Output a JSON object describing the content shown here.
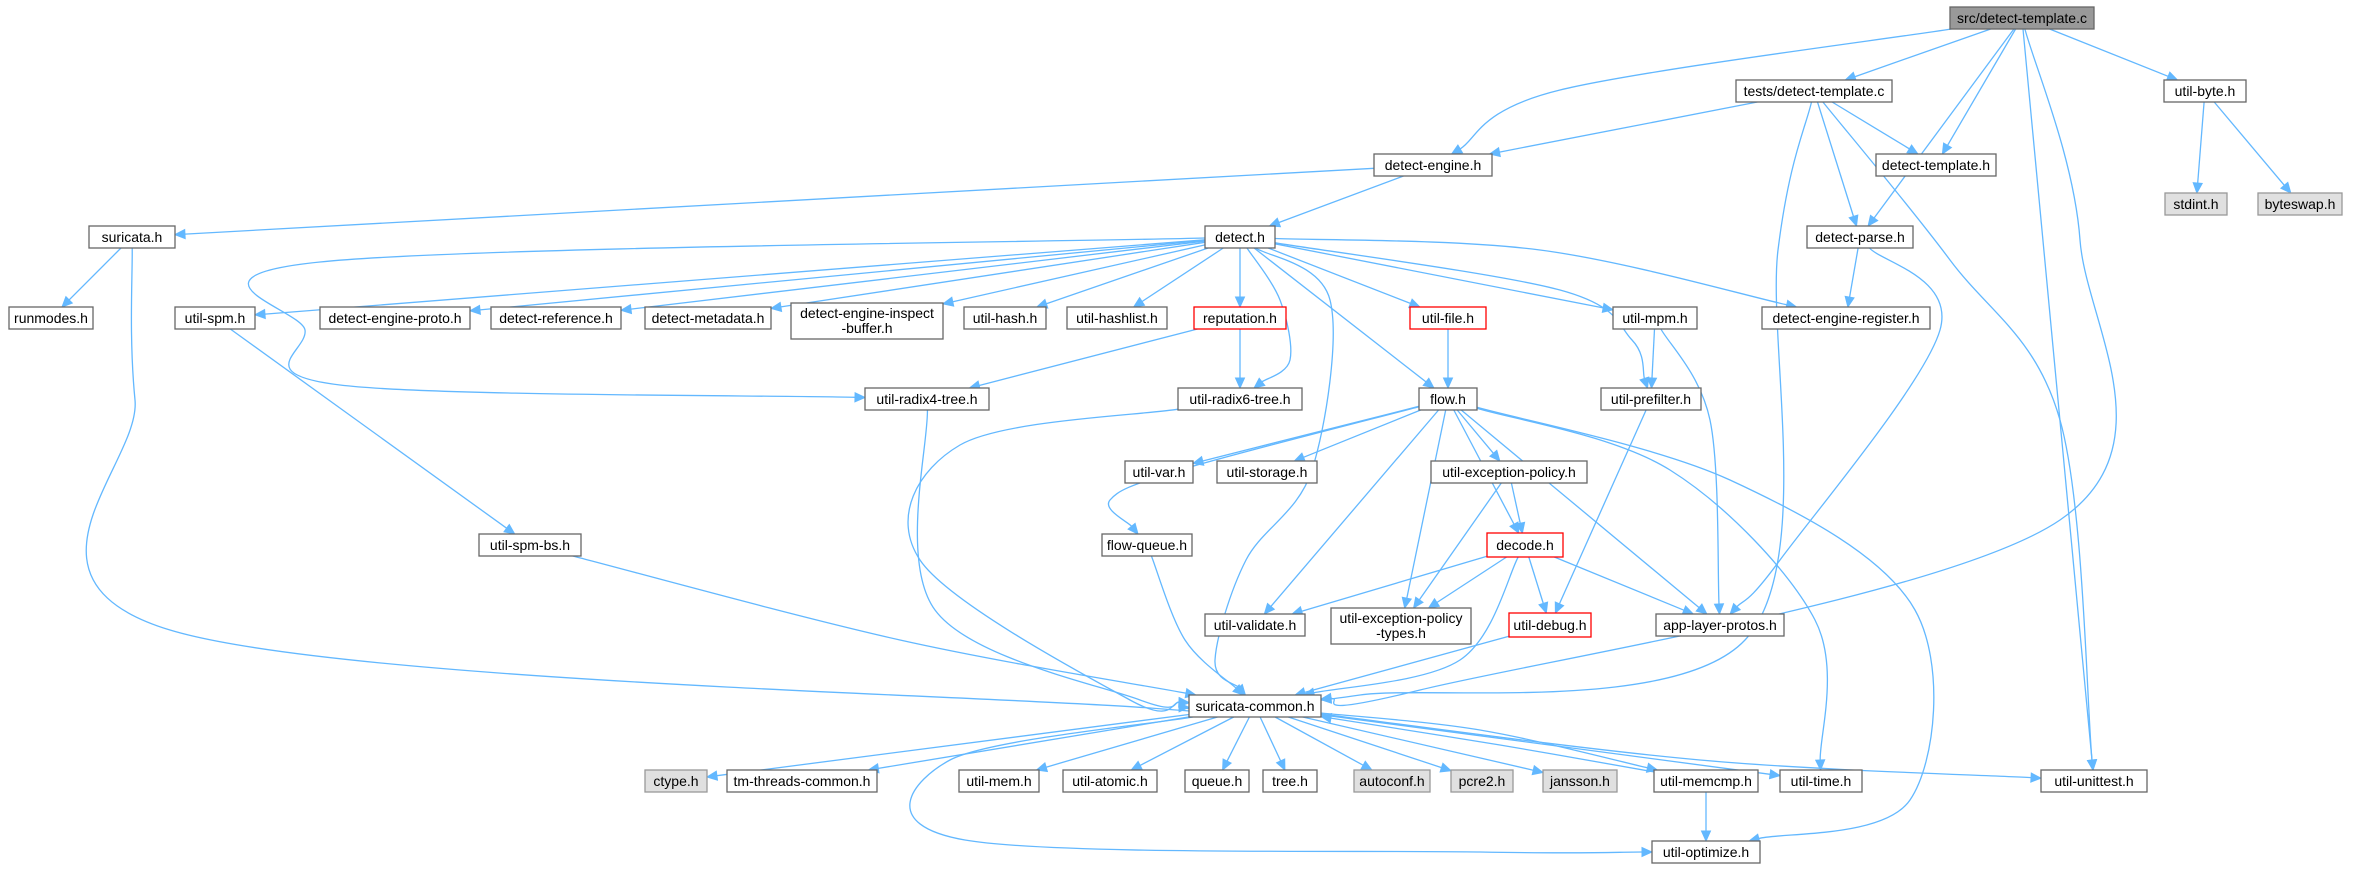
{
  "graph": {
    "colors": {
      "edge": "#63b8ff",
      "node_default_fill": "#ffffff",
      "node_default_border": "#666666",
      "node_root_fill": "#999999",
      "node_root_border": "#666666",
      "node_system_fill": "#e0e0e0",
      "node_system_border": "#999999",
      "node_truncated_border": "#ff0000"
    },
    "nodes": [
      {
        "id": "detect_template_c",
        "label": "src/detect-template.c",
        "kind": "root"
      },
      {
        "id": "tests_detect_template_c",
        "label": "tests/detect-template.c",
        "kind": "default"
      },
      {
        "id": "util_byte_h",
        "label": "util-byte.h",
        "kind": "default"
      },
      {
        "id": "detect_engine_h",
        "label": "detect-engine.h",
        "kind": "default"
      },
      {
        "id": "detect_template_h",
        "label": "detect-template.h",
        "kind": "default"
      },
      {
        "id": "stdint_h",
        "label": "stdint.h",
        "kind": "system"
      },
      {
        "id": "byteswap_h",
        "label": "byteswap.h",
        "kind": "system"
      },
      {
        "id": "suricata_h",
        "label": "suricata.h",
        "kind": "default"
      },
      {
        "id": "detect_h",
        "label": "detect.h",
        "kind": "default"
      },
      {
        "id": "detect_parse_h",
        "label": "detect-parse.h",
        "kind": "default"
      },
      {
        "id": "runmodes_h",
        "label": "runmodes.h",
        "kind": "default"
      },
      {
        "id": "util_spm_h",
        "label": "util-spm.h",
        "kind": "default"
      },
      {
        "id": "detect_engine_proto_h",
        "label": "detect-engine-proto.h",
        "kind": "default"
      },
      {
        "id": "detect_reference_h",
        "label": "detect-reference.h",
        "kind": "default"
      },
      {
        "id": "detect_metadata_h",
        "label": "detect-metadata.h",
        "kind": "default"
      },
      {
        "id": "detect_engine_inspect_buffer_h",
        "label": "detect-engine-inspect\n-buffer.h",
        "kind": "default"
      },
      {
        "id": "util_hash_h",
        "label": "util-hash.h",
        "kind": "default"
      },
      {
        "id": "util_hashlist_h",
        "label": "util-hashlist.h",
        "kind": "default"
      },
      {
        "id": "reputation_h",
        "label": "reputation.h",
        "kind": "truncated"
      },
      {
        "id": "util_file_h",
        "label": "util-file.h",
        "kind": "truncated"
      },
      {
        "id": "util_mpm_h",
        "label": "util-mpm.h",
        "kind": "default"
      },
      {
        "id": "detect_engine_register_h",
        "label": "detect-engine-register.h",
        "kind": "default"
      },
      {
        "id": "util_radix4_tree_h",
        "label": "util-radix4-tree.h",
        "kind": "default"
      },
      {
        "id": "util_radix6_tree_h",
        "label": "util-radix6-tree.h",
        "kind": "default"
      },
      {
        "id": "flow_h",
        "label": "flow.h",
        "kind": "default"
      },
      {
        "id": "util_prefilter_h",
        "label": "util-prefilter.h",
        "kind": "default"
      },
      {
        "id": "util_var_h",
        "label": "util-var.h",
        "kind": "default"
      },
      {
        "id": "util_storage_h",
        "label": "util-storage.h",
        "kind": "default"
      },
      {
        "id": "util_exception_policy_h",
        "label": "util-exception-policy.h",
        "kind": "default"
      },
      {
        "id": "util_spm_bs_h",
        "label": "util-spm-bs.h",
        "kind": "default"
      },
      {
        "id": "flow_queue_h",
        "label": "flow-queue.h",
        "kind": "default"
      },
      {
        "id": "decode_h",
        "label": "decode.h",
        "kind": "truncated"
      },
      {
        "id": "util_validate_h",
        "label": "util-validate.h",
        "kind": "default"
      },
      {
        "id": "util_exception_policy_types_h",
        "label": "util-exception-policy\n-types.h",
        "kind": "default"
      },
      {
        "id": "util_debug_h",
        "label": "util-debug.h",
        "kind": "truncated"
      },
      {
        "id": "app_layer_protos_h",
        "label": "app-layer-protos.h",
        "kind": "default"
      },
      {
        "id": "suricata_common_h",
        "label": "suricata-common.h",
        "kind": "default"
      },
      {
        "id": "ctype_h",
        "label": "ctype.h",
        "kind": "system"
      },
      {
        "id": "tm_threads_common_h",
        "label": "tm-threads-common.h",
        "kind": "default"
      },
      {
        "id": "util_mem_h",
        "label": "util-mem.h",
        "kind": "default"
      },
      {
        "id": "util_atomic_h",
        "label": "util-atomic.h",
        "kind": "default"
      },
      {
        "id": "queue_h",
        "label": "queue.h",
        "kind": "default"
      },
      {
        "id": "tree_h",
        "label": "tree.h",
        "kind": "default"
      },
      {
        "id": "autoconf_h",
        "label": "autoconf.h",
        "kind": "system"
      },
      {
        "id": "pcre2_h",
        "label": "pcre2.h",
        "kind": "system"
      },
      {
        "id": "jansson_h",
        "label": "jansson.h",
        "kind": "system"
      },
      {
        "id": "util_memcmp_h",
        "label": "util-memcmp.h",
        "kind": "default"
      },
      {
        "id": "util_time_h",
        "label": "util-time.h",
        "kind": "default"
      },
      {
        "id": "util_unittest_h",
        "label": "util-unittest.h",
        "kind": "default"
      },
      {
        "id": "util_optimize_h",
        "label": "util-optimize.h",
        "kind": "default"
      }
    ],
    "edges": [
      [
        "detect_template_c",
        "tests_detect_template_c"
      ],
      [
        "detect_template_c",
        "util_byte_h"
      ],
      [
        "detect_template_c",
        "detect_engine_h"
      ],
      [
        "detect_template_c",
        "detect_template_h"
      ],
      [
        "detect_template_c",
        "detect_parse_h"
      ],
      [
        "detect_template_c",
        "suricata_common_h"
      ],
      [
        "detect_template_c",
        "util_unittest_h"
      ],
      [
        "util_byte_h",
        "stdint_h"
      ],
      [
        "util_byte_h",
        "byteswap_h"
      ],
      [
        "tests_detect_template_c",
        "detect_engine_h"
      ],
      [
        "tests_detect_template_c",
        "detect_template_h"
      ],
      [
        "tests_detect_template_c",
        "detect_parse_h"
      ],
      [
        "tests_detect_template_c",
        "suricata_common_h"
      ],
      [
        "tests_detect_template_c",
        "util_unittest_h"
      ],
      [
        "detect_engine_h",
        "suricata_h"
      ],
      [
        "detect_engine_h",
        "detect_h"
      ],
      [
        "suricata_h",
        "runmodes_h"
      ],
      [
        "suricata_h",
        "suricata_common_h"
      ],
      [
        "detect_parse_h",
        "detect_engine_register_h"
      ],
      [
        "detect_parse_h",
        "app_layer_protos_h"
      ],
      [
        "detect_h",
        "util_spm_h"
      ],
      [
        "detect_h",
        "detect_engine_proto_h"
      ],
      [
        "detect_h",
        "detect_reference_h"
      ],
      [
        "detect_h",
        "detect_metadata_h"
      ],
      [
        "detect_h",
        "detect_engine_inspect_buffer_h"
      ],
      [
        "detect_h",
        "util_hash_h"
      ],
      [
        "detect_h",
        "util_hashlist_h"
      ],
      [
        "detect_h",
        "reputation_h"
      ],
      [
        "detect_h",
        "util_file_h"
      ],
      [
        "detect_h",
        "util_mpm_h"
      ],
      [
        "detect_h",
        "detect_engine_register_h"
      ],
      [
        "detect_h",
        "util_radix4_tree_h"
      ],
      [
        "detect_h",
        "util_radix6_tree_h"
      ],
      [
        "detect_h",
        "flow_h"
      ],
      [
        "detect_h",
        "util_prefilter_h"
      ],
      [
        "detect_h",
        "suricata_common_h"
      ],
      [
        "util_spm_h",
        "util_spm_bs_h"
      ],
      [
        "reputation_h",
        "util_radix4_tree_h"
      ],
      [
        "reputation_h",
        "util_radix6_tree_h"
      ],
      [
        "util_file_h",
        "flow_h"
      ],
      [
        "util_mpm_h",
        "util_prefilter_h"
      ],
      [
        "util_mpm_h",
        "app_layer_protos_h"
      ],
      [
        "util_radix4_tree_h",
        "suricata_common_h"
      ],
      [
        "util_radix6_tree_h",
        "suricata_common_h"
      ],
      [
        "util_prefilter_h",
        "util_debug_h"
      ],
      [
        "flow_h",
        "util_var_h"
      ],
      [
        "flow_h",
        "util_storage_h"
      ],
      [
        "flow_h",
        "util_exception_policy_h"
      ],
      [
        "flow_h",
        "flow_queue_h"
      ],
      [
        "flow_h",
        "decode_h"
      ],
      [
        "flow_h",
        "util_validate_h"
      ],
      [
        "flow_h",
        "util_exception_policy_types_h"
      ],
      [
        "flow_h",
        "app_layer_protos_h"
      ],
      [
        "flow_h",
        "util_time_h"
      ],
      [
        "flow_h",
        "util_optimize_h"
      ],
      [
        "util_exception_policy_h",
        "decode_h"
      ],
      [
        "util_exception_policy_h",
        "util_exception_policy_types_h"
      ],
      [
        "util_spm_bs_h",
        "suricata_common_h"
      ],
      [
        "flow_queue_h",
        "suricata_common_h"
      ],
      [
        "decode_h",
        "util_validate_h"
      ],
      [
        "decode_h",
        "util_exception_policy_types_h"
      ],
      [
        "decode_h",
        "util_debug_h"
      ],
      [
        "decode_h",
        "app_layer_protos_h"
      ],
      [
        "decode_h",
        "suricata_common_h"
      ],
      [
        "util_debug_h",
        "suricata_common_h"
      ],
      [
        "suricata_common_h",
        "ctype_h"
      ],
      [
        "suricata_common_h",
        "tm_threads_common_h"
      ],
      [
        "suricata_common_h",
        "util_mem_h"
      ],
      [
        "suricata_common_h",
        "util_atomic_h"
      ],
      [
        "suricata_common_h",
        "queue_h"
      ],
      [
        "suricata_common_h",
        "tree_h"
      ],
      [
        "suricata_common_h",
        "autoconf_h"
      ],
      [
        "suricata_common_h",
        "pcre2_h"
      ],
      [
        "suricata_common_h",
        "jansson_h"
      ],
      [
        "suricata_common_h",
        "util_memcmp_h"
      ],
      [
        "suricata_common_h",
        "util_time_h"
      ],
      [
        "suricata_common_h",
        "util_unittest_h"
      ],
      [
        "suricata_common_h",
        "util_optimize_h"
      ],
      [
        "util_memcmp_h",
        "suricata_common_h"
      ],
      [
        "util_memcmp_h",
        "util_optimize_h"
      ]
    ]
  }
}
